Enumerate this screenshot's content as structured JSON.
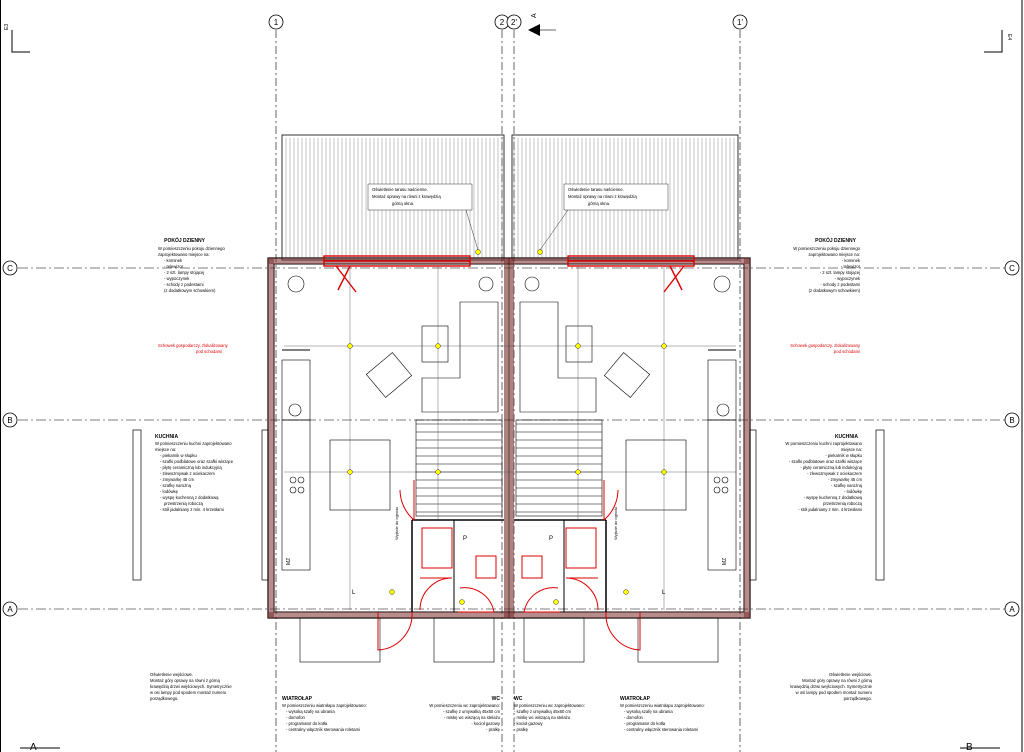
{
  "axes": {
    "top": [
      "1",
      "2",
      "2'",
      "1'"
    ],
    "left": [
      "C",
      "B",
      "A"
    ],
    "right": [
      "C",
      "B",
      "A"
    ],
    "north": "A"
  },
  "corner_tags": {
    "tl": "E3",
    "tr": "E4"
  },
  "section_markers": {
    "left": "A",
    "right": "B"
  },
  "notes": {
    "window_light": [
      "Oświetlenie tarasu naścienne.",
      "Montaż oprawy na równi z krawędzią",
      "górną okna."
    ],
    "entrance_light": [
      "Oświetlenie wejściowe.",
      "Montaż góry oprawy na równi z górną",
      "krawędzią drzwi wejściowych. Symetrycznie",
      "w osi lampy pod spodem montaż numeru",
      "porządkowego."
    ],
    "storage": [
      "Schowek gospodarczy, zlokalizowany",
      "pod schodami"
    ]
  },
  "rooms": {
    "living": {
      "title": "POKÓJ DZIENNY",
      "lines": [
        "W pomieszczeniu pokoju dziennego",
        "zaprojektowano miejsce na:",
        "- kominek",
        "- telewizor",
        "- 2 szt. lampy stojącej",
        "- wypoczynek",
        "- schody z podestami",
        "(z dodatkowym schowkiem)"
      ]
    },
    "kitchen": {
      "title": "KUCHNIA",
      "lines": [
        "W pomieszczeniu kuchni zaprojektowano",
        "miejsce na:",
        "- piekarnik w słupku",
        "- szafki podblatowe oraz szafki wiszące",
        "- płytę ceramiczną lub indukcyjną",
        "- zlewozmywak z ociekaczem",
        "- zmywarkę 45 cm",
        "- szafkę narożną",
        "- lodówkę",
        "- wyspę kuchenną z dodatkową",
        "przestrzenią roboczą",
        "- stół jadalniany z min. 4 krzesłami"
      ]
    },
    "utility": {
      "title": "WIATROŁAP",
      "lines": [
        "W pomieszczeniu wiatrołapu zaprojektowano:",
        "- wysoką szafę na ubrania",
        "- domofon",
        "- programator do kotła",
        "- centralny włącznik sterowania roletami"
      ]
    },
    "wc": {
      "title": "WC",
      "lines": [
        "W pomieszczeniu wc zaprojektowano:",
        "- szafkę z umywalką 45x60 cm",
        "- miskę wc wiszącą na stelażu",
        "- kocioł gazowy",
        "- pralkę"
      ]
    }
  },
  "labels": {
    "stairs": "Wyjście do ogrodu",
    "p": "P",
    "l": "L",
    "mz": "MZ"
  }
}
